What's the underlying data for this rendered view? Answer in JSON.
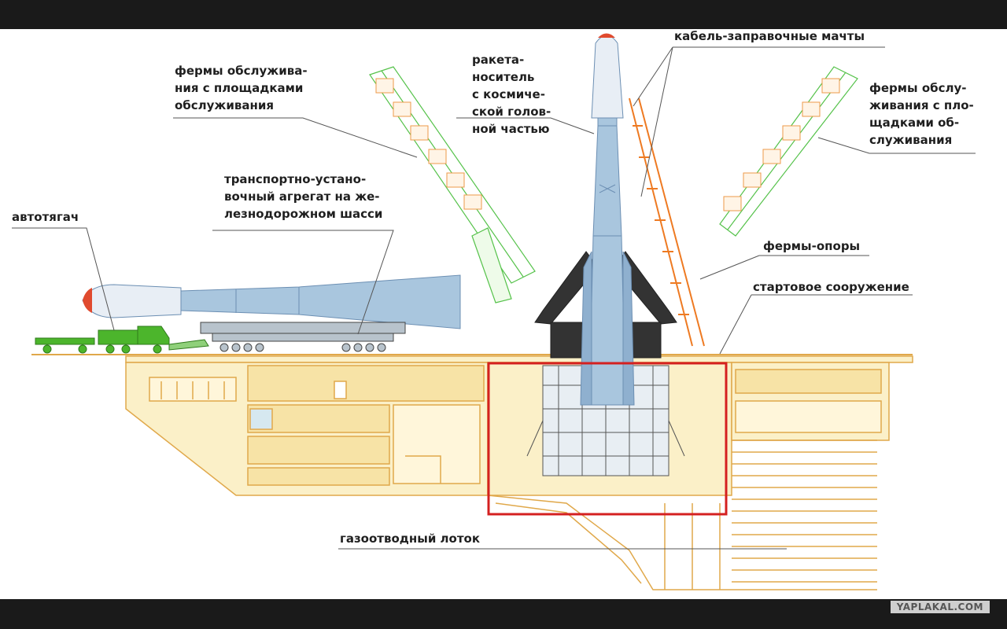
{
  "labels": {
    "service_trusses_left": [
      "фермы обслужива-",
      "ния с площадками",
      "обслуживания"
    ],
    "launch_vehicle": [
      "ракета-",
      "носитель",
      "с космиче-",
      "ской голов-",
      "ной частью"
    ],
    "cable_masts": [
      "кабель-заправочные мачты"
    ],
    "service_trusses_right": [
      "фермы обслу-",
      "живания с пло-",
      "щадками об-",
      "служивания"
    ],
    "transporter_erector": [
      "транспортно-устано-",
      "вочный агрегат на же-",
      "лезнодорожном шасси"
    ],
    "tractor": [
      "автотягач"
    ],
    "support_trusses": [
      "фермы-опоры"
    ],
    "launch_structure": [
      "стартовое сооружение"
    ],
    "flame_trench": [
      "газоотводный лоток"
    ]
  },
  "watermark": "YAPLAKAL.COM",
  "colors": {
    "structure": "#e0a84a",
    "structure_fill": "#fbf0c8",
    "rocket": "#a9c6de",
    "rocket_dark": "#6c8fb3",
    "nose": "#e04a2e",
    "truss_green": "#55c24a",
    "mast_orange": "#ee7a22",
    "highlight_box": "#d42020",
    "tractor": "#4cb52c"
  }
}
